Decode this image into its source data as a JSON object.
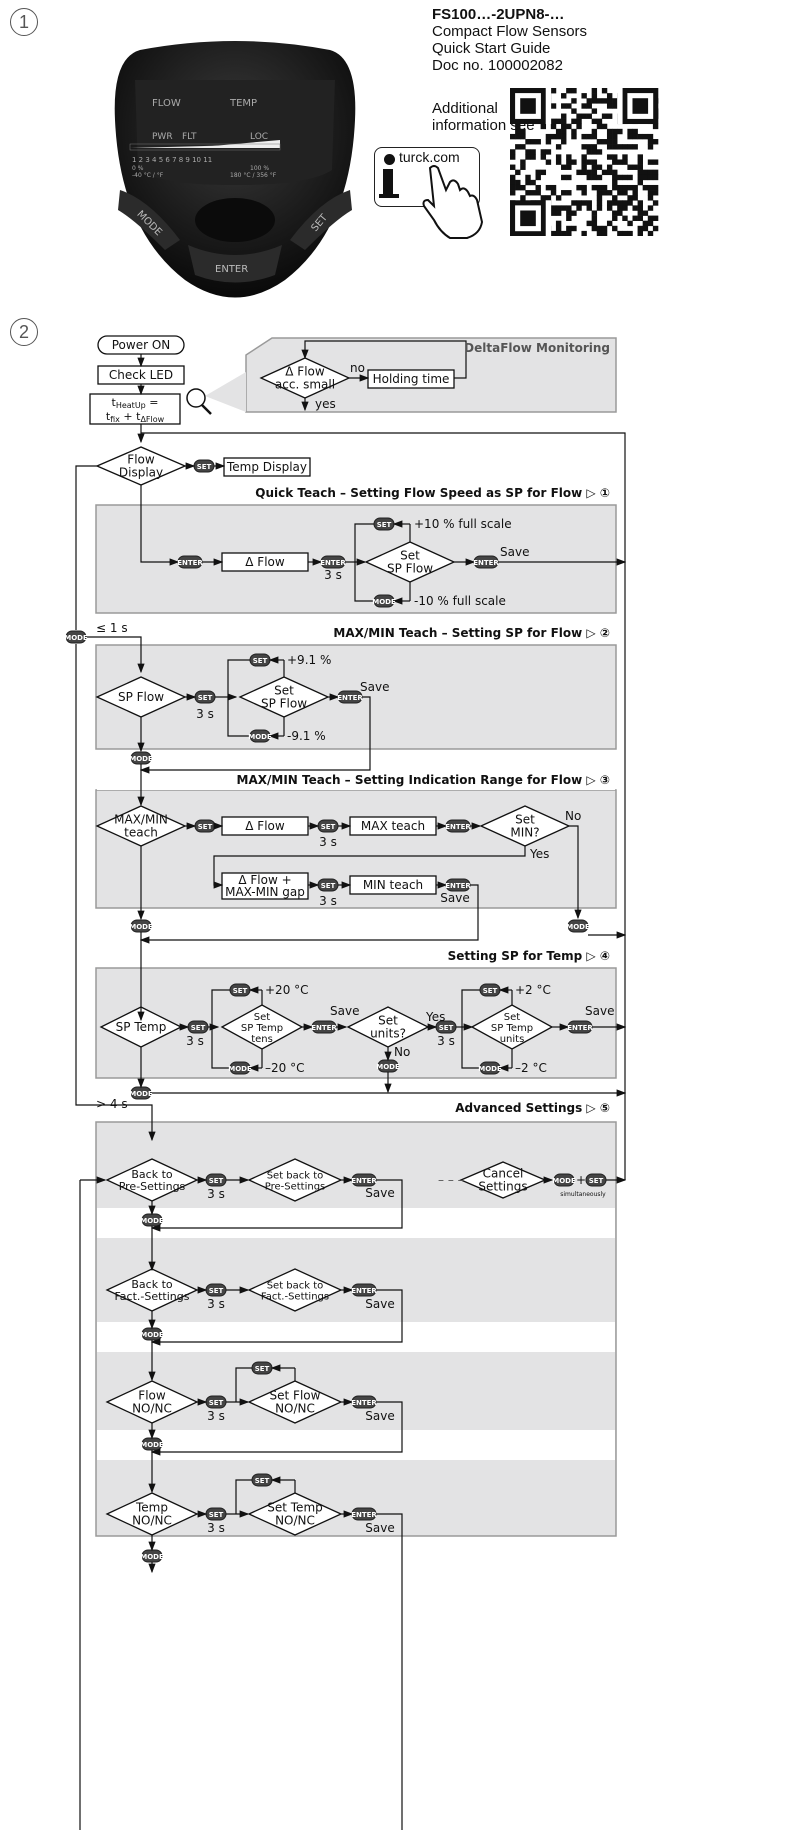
{
  "header": {
    "step1": "①",
    "product": "FS100…-2UPN8-…",
    "subtitle1": "Compact Flow Sensors",
    "subtitle2": "Quick Start Guide",
    "docno": "Doc no. 100002082",
    "info1": "Additional",
    "info2": "information see",
    "site": "turck.com"
  },
  "device": {
    "flow": "FLOW",
    "temp": "TEMP",
    "pwr": "PWR",
    "flt": "FLT",
    "loc": "LOC",
    "scale": "1   2   3   4   5   6   7   8   9   10   11",
    "pct0": "0 %",
    "pct100": "100 %",
    "tlow": "-40 °C / °F",
    "thigh": "180 °C / 356 °F",
    "mode": "MODE",
    "set": "SET",
    "enter": "ENTER"
  },
  "chart": {
    "step2": "②",
    "power_on": "Power ON",
    "check_led": "Check LED",
    "heatup_a": "t",
    "heatup_a_sub": "HeatUp",
    "heatup_b": " =",
    "heatup_c": "t",
    "heatup_c_sub": "fix",
    "heatup_d": " + t",
    "heatup_d_sub": "ΔFlow",
    "deltaflow_title": "DeltaFlow Monitoring",
    "dflow_small_1": "Δ Flow",
    "dflow_small_2": "acc. small",
    "no": "no",
    "yes": "yes",
    "holding_time": "Holding time",
    "flow_display_1": "Flow",
    "flow_display_2": "Display",
    "temp_display": "Temp Display",
    "sec_quick": "Quick Teach – Setting Flow Speed as SP for Flow ▷ ①",
    "delta_flow": "Δ Flow",
    "three_s": "3 s",
    "plus10": "+10 % full scale",
    "minus10": "-10 % full scale",
    "set_sp_flow_1": "Set",
    "set_sp_flow_2": "SP Flow",
    "save": "Save",
    "le1s": "≤ 1 s",
    "sec_maxmin_sp": "MAX/MIN Teach – Setting SP for Flow ▷ ②",
    "sp_flow": "SP Flow",
    "plus91": "+9.1 %",
    "minus91": "-9.1 %",
    "sec_maxmin_range": "MAX/MIN Teach – Setting Indication Range for Flow ▷ ③",
    "maxmin_teach_1": "MAX/MIN",
    "maxmin_teach_2": "teach",
    "max_teach": "MAX teach",
    "set_min_1": "Set",
    "set_min_2": "MIN?",
    "No": "No",
    "Yes": "Yes",
    "dflow_gap_1": "Δ Flow +",
    "dflow_gap_2": "MAX-MIN gap",
    "min_teach": "MIN teach",
    "sec_sp_temp": "Setting SP for Temp ▷ ④",
    "sp_temp": "SP Temp",
    "plus20": "+20 °C",
    "minus20": "–20 °C",
    "set_sp_temp_tens_1": "Set",
    "set_sp_temp_tens_2": "SP Temp",
    "set_sp_temp_tens_3": "tens",
    "set_units_1": "Set",
    "set_units_2": "units?",
    "plus2": "+2 °C",
    "minus2": "–2 °C",
    "set_sp_temp_units_1": "Set",
    "set_sp_temp_units_2": "SP Temp",
    "set_sp_temp_units_3": "units",
    "gt4s": "> 4 s",
    "sec_advanced": "Advanced Settings ▷ ⑤",
    "back_pre_1": "Back to",
    "back_pre_2": "Pre-Settings",
    "setback_pre_1": "Set back to",
    "setback_pre_2": "Pre-Settings",
    "cancel_1": "Cancel",
    "cancel_2": "Settings",
    "simultaneously": "simultaneously",
    "dashes": "– – –",
    "plus": "+",
    "back_fact_1": "Back to",
    "back_fact_2": "Fact.-Settings",
    "setback_fact_1": "Set back to",
    "setback_fact_2": "Fact.-Settings",
    "flow_nonc_1": "Flow",
    "flow_nonc_2": "NO/NC",
    "set_flow_nonc_1": "Set Flow",
    "set_flow_nonc_2": "NO/NC",
    "temp_nonc_1": "Temp",
    "temp_nonc_2": "NO/NC",
    "set_temp_nonc_1": "Set Temp",
    "set_temp_nonc_2": "NO/NC",
    "btn_set": "SET",
    "btn_mode": "MODE",
    "btn_enter": "ENTER"
  }
}
